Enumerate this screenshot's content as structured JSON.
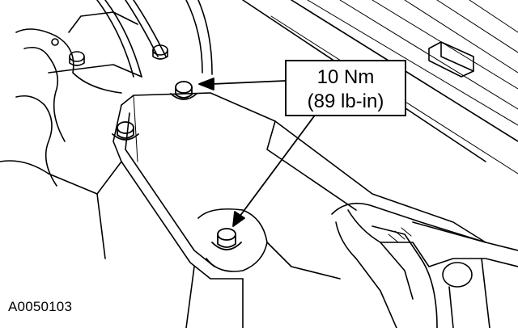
{
  "callout": {
    "torque_metric": "10 Nm",
    "torque_imperial": "(89 lb-in)"
  },
  "figure_id": "A0050103"
}
